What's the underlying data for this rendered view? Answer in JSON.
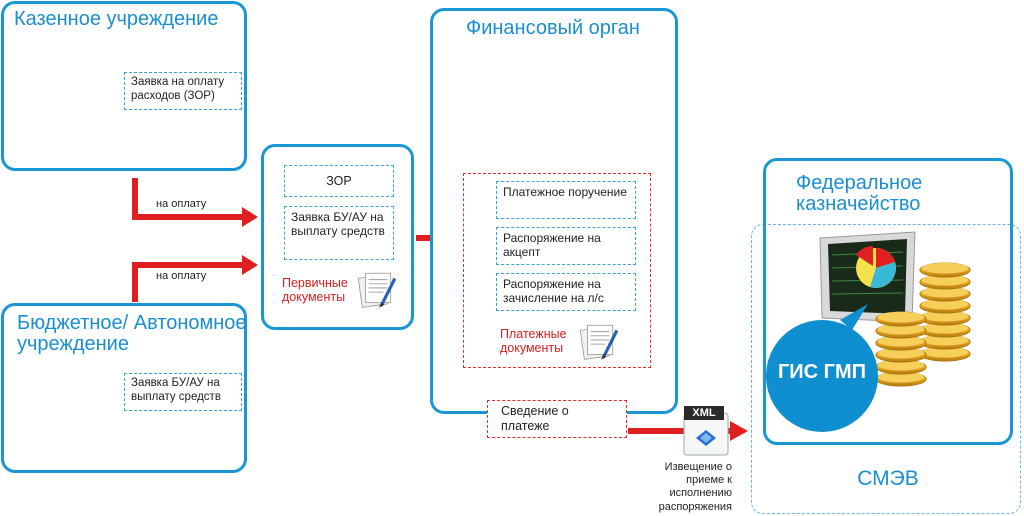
{
  "kazennoe": {
    "title": "Казенное учреждение",
    "zayavka": "Заявка на оплату расходов (ЗОР)"
  },
  "budget": {
    "title": "Бюджетное/ Автономное учреждение",
    "zayavka": "Заявка БУ/АУ на выплату средств"
  },
  "arrows": {
    "na_oplatu_top": "на оплату",
    "na_oplatu_bottom": "на оплату"
  },
  "middle": {
    "zor": "ЗОР",
    "zayavka_bu": "Заявка БУ/АУ на выплату средств",
    "pervichnye": "Первичные документы"
  },
  "finorgan": {
    "title": "Финансовый орган",
    "items": [
      "Платежное поручение",
      "Распоряжение на акцепт",
      "Распоряжение на зачисление на л/с"
    ],
    "platezhnye": "Платежные документы",
    "svedenie": "Сведение о платеже"
  },
  "xml": {
    "badge": "XML",
    "izveshchenie": "Извещение о приеме к исполнению распоряжения"
  },
  "federal": {
    "title": "Федеральное казначейство",
    "gis": "ГИС ГМП",
    "smev": "СМЭВ"
  },
  "colors": {
    "blue": "#1a96d4",
    "red": "#e02020",
    "gold": "#e8a820"
  }
}
